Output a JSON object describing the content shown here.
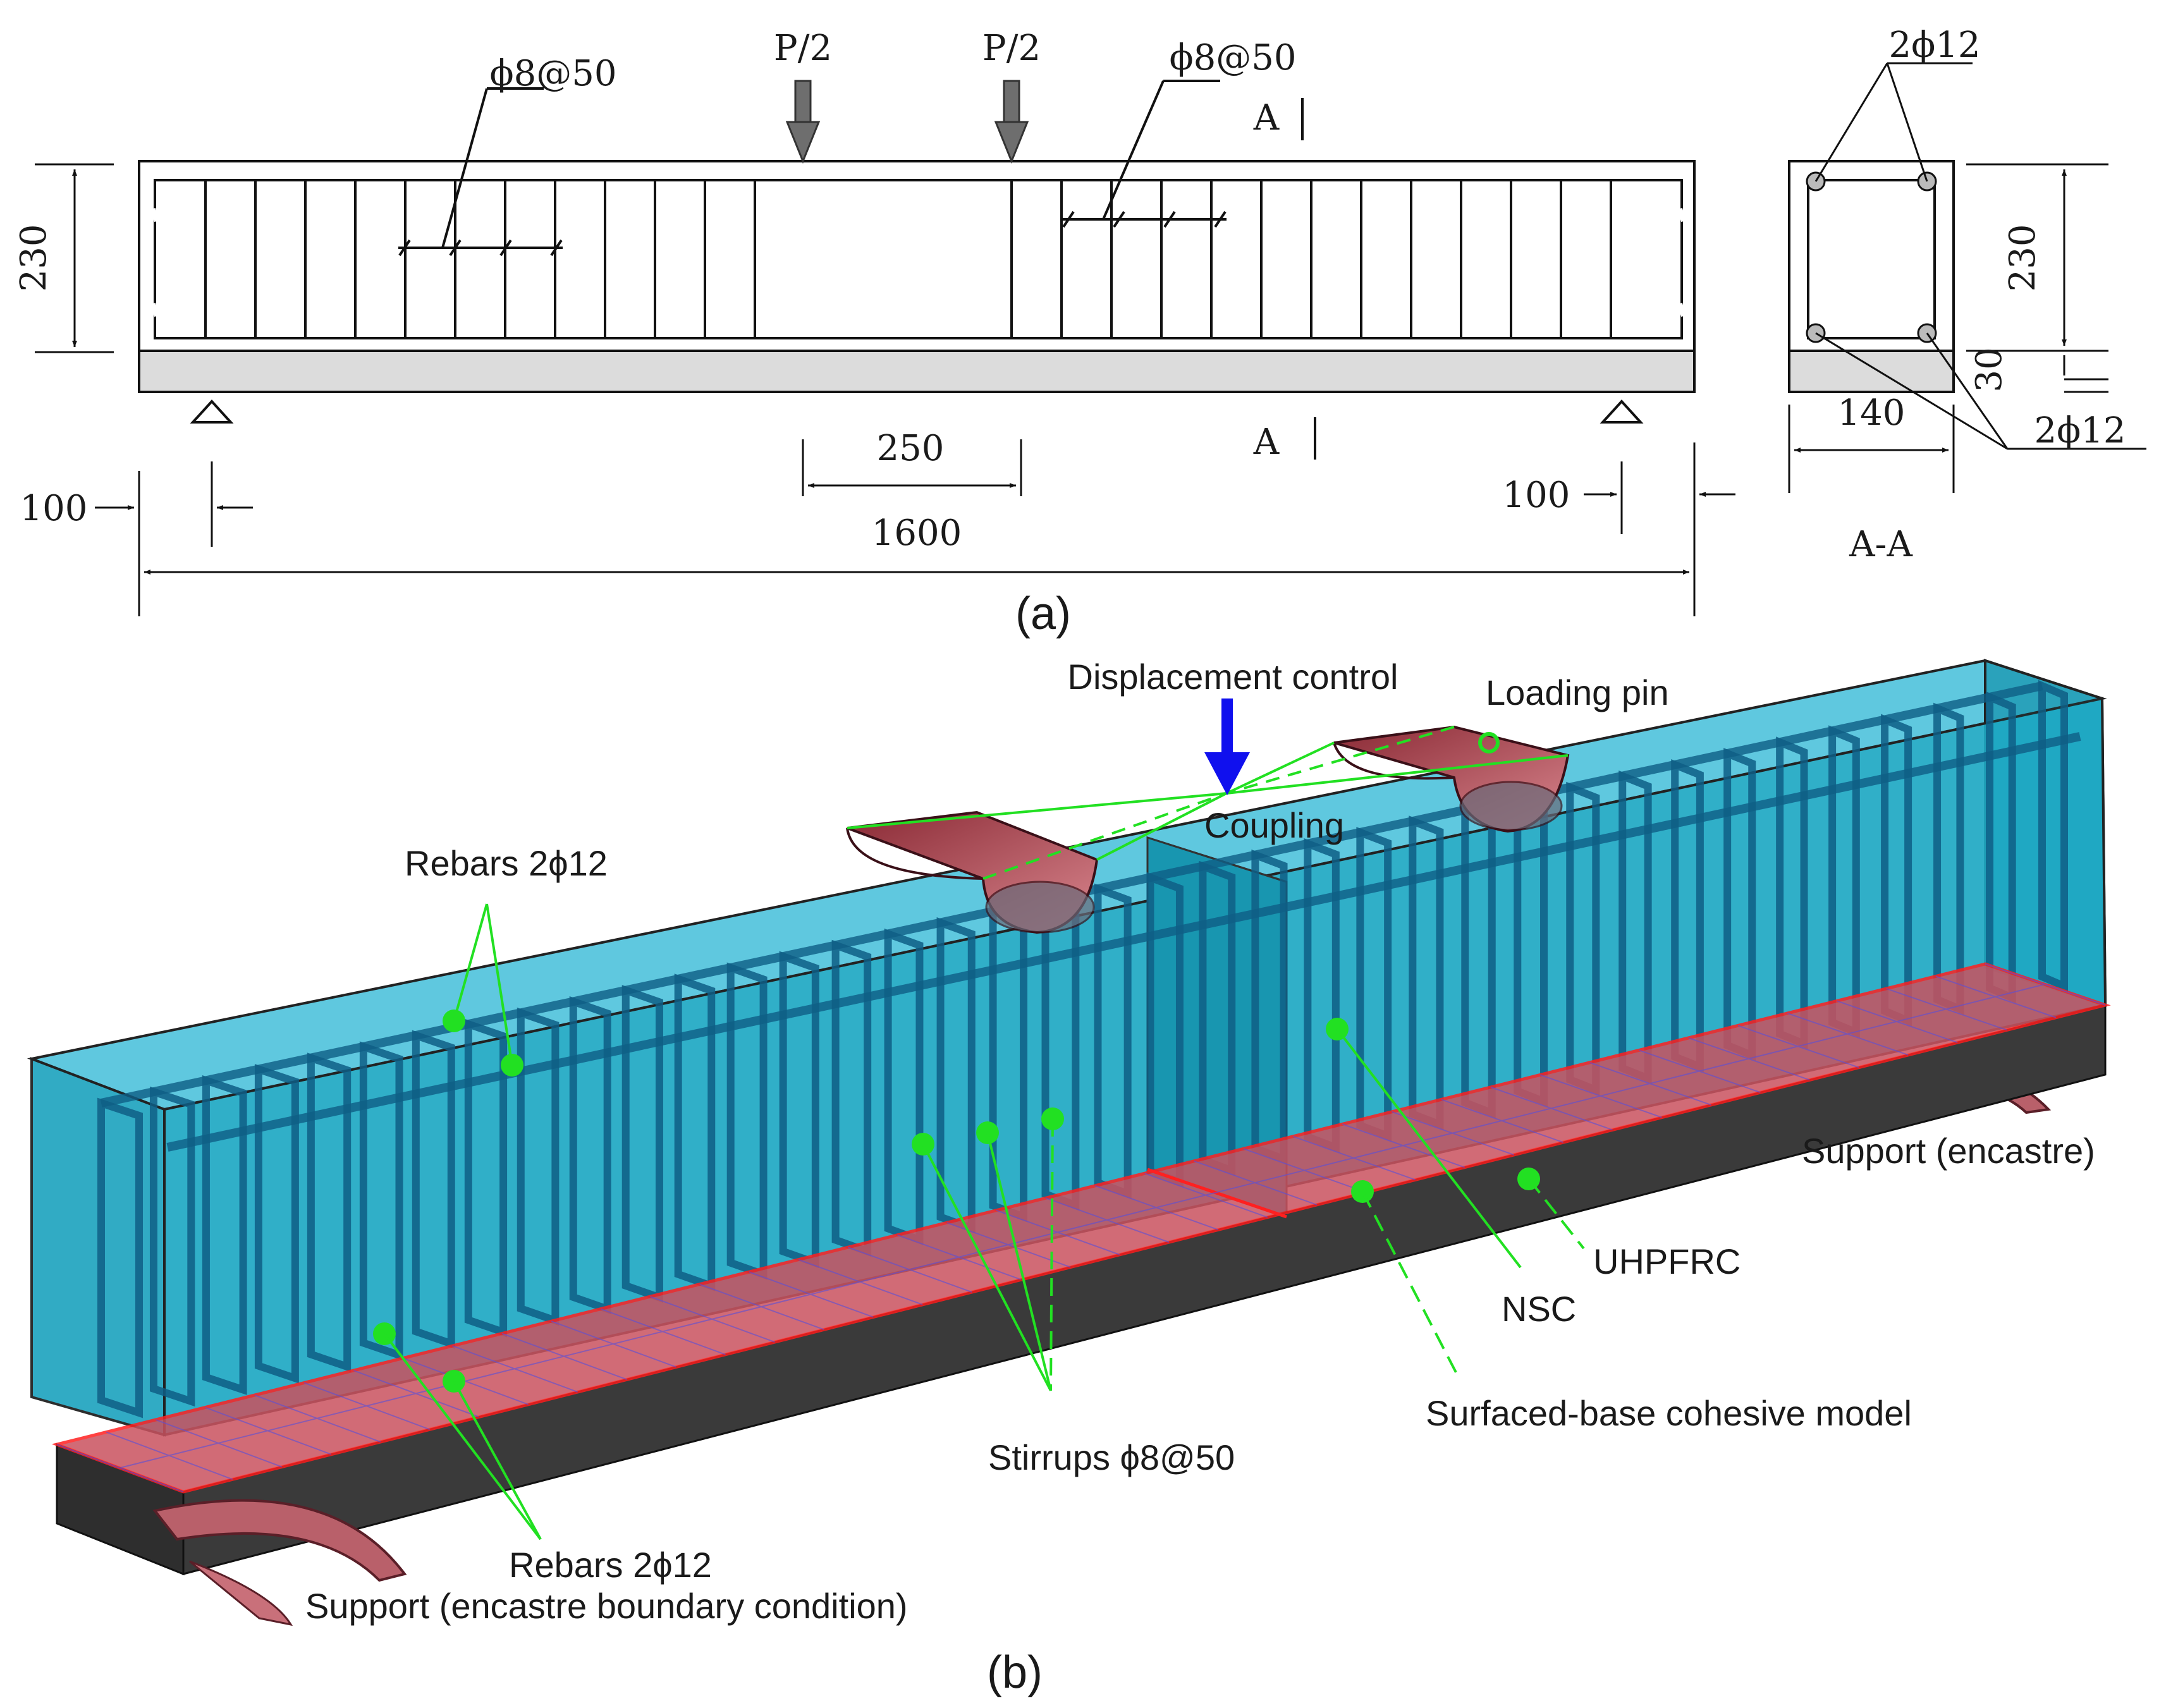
{
  "panel_a": {
    "caption": "(a)",
    "load_left": "P/2",
    "load_right": "P/2",
    "stirrup_left": "ϕ8@50",
    "stirrup_right": "ϕ8@50",
    "height": "230",
    "mid_span": "250",
    "total_length": "1600",
    "left_offset": "100",
    "right_offset": "100",
    "section_mark_top": "A",
    "section_mark_bottom": "A",
    "section": {
      "title": "A-A",
      "top_rebars": "2ϕ12",
      "bottom_rebars": "2ϕ12",
      "height": "230",
      "cover": "30",
      "width": "140"
    }
  },
  "panel_b": {
    "caption": "(b)",
    "labels": {
      "displacement_control": "Displacement control",
      "loading_pin": "Loading pin",
      "coupling": "Coupling",
      "rebars_top": "Rebars 2ϕ12",
      "support_right": "Support (encastre)",
      "uhpfrc": "UHPFRC",
      "nsc": "NSC",
      "cohesive": "Surfaced-base cohesive model",
      "stirrups": "Stirrups ϕ8@50",
      "rebars_bottom": "Rebars 2ϕ12",
      "support_left": "Support (encastre boundary condition)"
    }
  },
  "colors": {
    "concrete": "#1fa9c4",
    "uhpfrc_layer": "#c9525f",
    "interface": "#ff2020",
    "bottom_layer": "#3a3a3a",
    "rebar": "#0f5f86",
    "marker": "#22e022",
    "arrow": "#1010ee"
  }
}
